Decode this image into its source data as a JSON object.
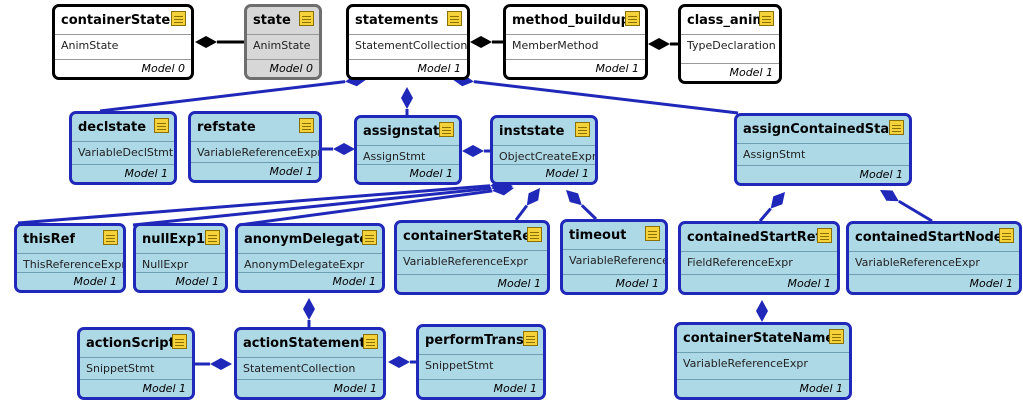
{
  "nodes": {
    "containerState": {
      "title": "containerState",
      "type": "AnimState",
      "model": "Model 0"
    },
    "state": {
      "title": "state",
      "type": "AnimState",
      "model": "Model 0"
    },
    "statements": {
      "title": "statements",
      "type": "StatementCollection",
      "model": "Model 1"
    },
    "method_buildup": {
      "title": "method_buildup",
      "type": "MemberMethod",
      "model": "Model 1"
    },
    "class_anim": {
      "title": "class_anim",
      "type": "TypeDeclaration",
      "model": "Model 1"
    },
    "declstate": {
      "title": "declstate",
      "type": "VariableDeclStmt",
      "model": "Model 1"
    },
    "refstate": {
      "title": "refstate",
      "type": "VariableReferenceExpr",
      "model": "Model 1"
    },
    "assignstate": {
      "title": "assignstate",
      "type": "AssignStmt",
      "model": "Model 1"
    },
    "inststate": {
      "title": "inststate",
      "type": "ObjectCreateExpr",
      "model": "Model 1"
    },
    "assignContainedStart": {
      "title": "assignContainedStart",
      "type": "AssignStmt",
      "model": "Model 1"
    },
    "thisRef": {
      "title": "thisRef",
      "type": "ThisReferenceExpr",
      "model": "Model 1"
    },
    "nullExp1": {
      "title": "nullExp1",
      "type": "NullExpr",
      "model": "Model 1"
    },
    "anonymDelegate": {
      "title": "anonymDelegate",
      "type": "AnonymDelegateExpr",
      "model": "Model 1"
    },
    "containerStateRef": {
      "title": "containerStateRef",
      "type": "VariableReferenceExpr",
      "model": "Model 1"
    },
    "timeout": {
      "title": "timeout",
      "type": "VariableReferenceE",
      "model": "Model 1"
    },
    "containedStartRef": {
      "title": "containedStartRef",
      "type": "FieldReferenceExpr",
      "model": "Model 1"
    },
    "containedStartNode": {
      "title": "containedStartNode",
      "type": "VariableReferenceExpr",
      "model": "Model 1"
    },
    "actionScript": {
      "title": "actionScript",
      "type": "SnippetStmt",
      "model": "Model 1"
    },
    "actionStatements": {
      "title": "actionStatements",
      "type": "StatementCollection",
      "model": "Model 1"
    },
    "performTrans": {
      "title": "performTrans",
      "type": "SnippetStmt",
      "model": "Model 1"
    },
    "containerStateName": {
      "title": "containerStateName",
      "type": "VariableReferenceExpr",
      "model": "Model 1"
    }
  },
  "colors": {
    "model0_border": "#000000",
    "model1_fill": "#add8e6",
    "model1_border": "#1f28b8",
    "state_fill": "#d7d7d7",
    "note_icon": "#f5d23a"
  },
  "icon": "note-icon"
}
